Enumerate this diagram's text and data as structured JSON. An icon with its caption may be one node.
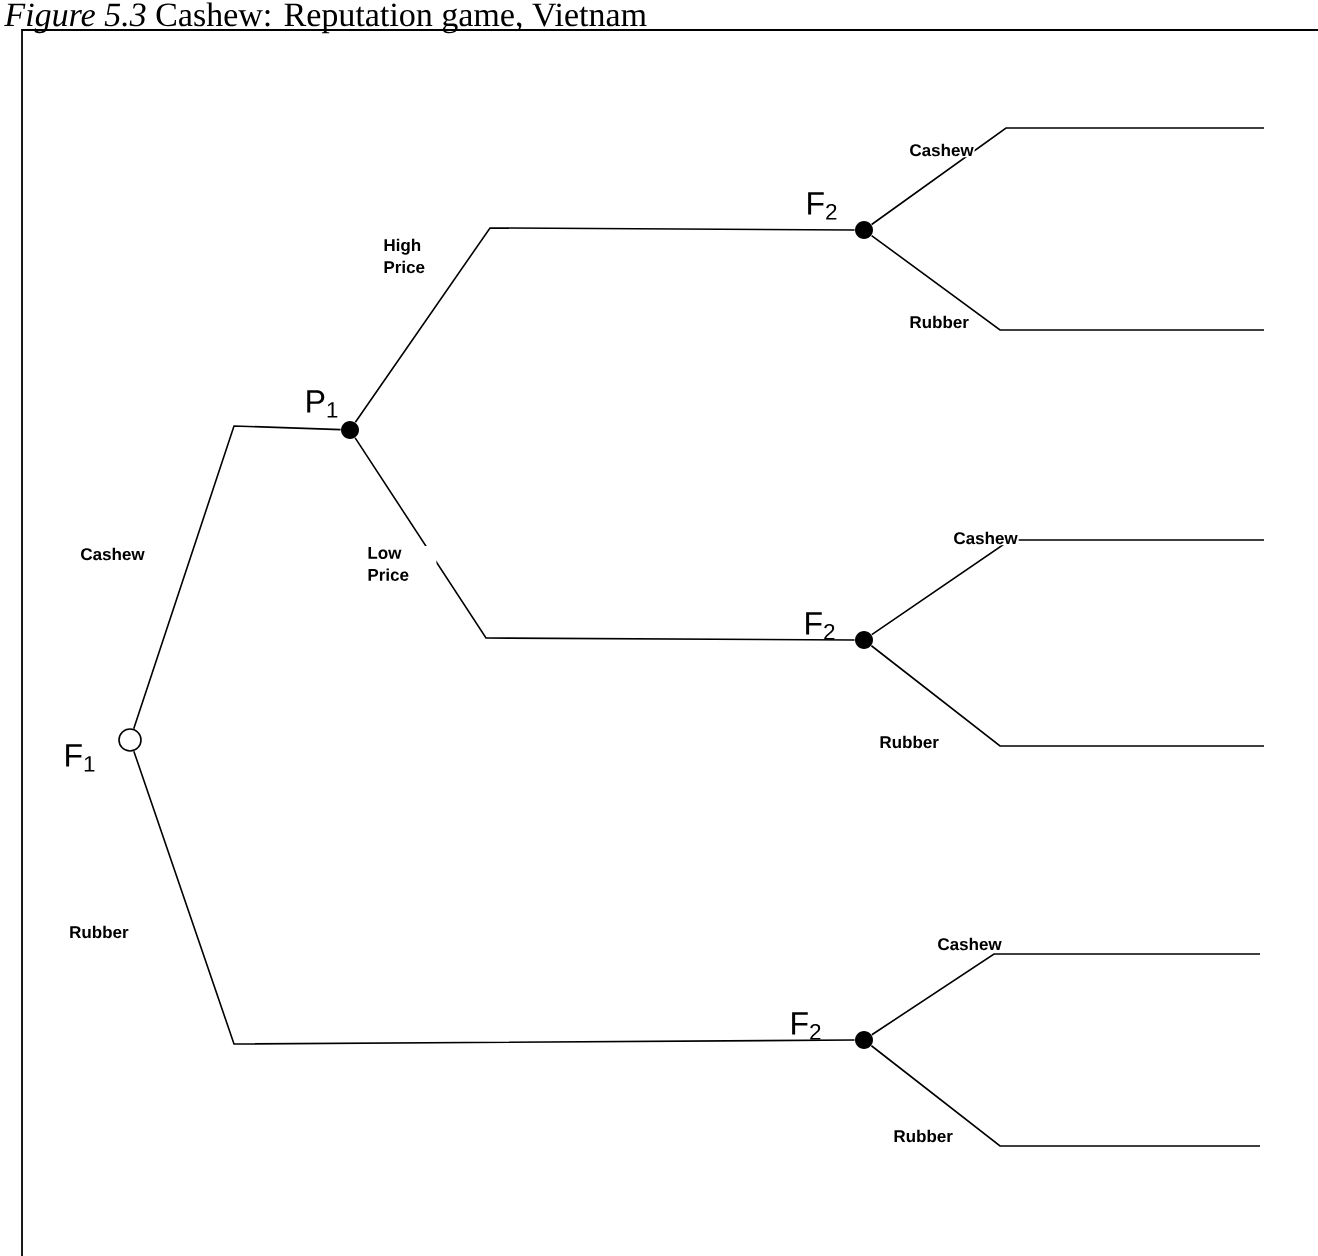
{
  "diagram": {
    "title": "*Figure 5.3* Cashew: Reputation game, Vietnam",
    "nodes": [
      {
        "text": [],
        "shape": "circle",
        "beside": [
          "F$_{1}$"
        ]
      },
      {
        "text": [],
        "shape": "dot",
        "beside": [
          "P$_{1}$"
        ]
      },
      {
        "text": [],
        "shape": "dot",
        "beside": [
          "F$_{2}$"
        ]
      },
      {
        "text": [],
        "shape": "dot",
        "beside": [
          "F$_{2}$"
        ]
      },
      {
        "text": [],
        "shape": "dot",
        "beside": [
          "F$_{2}$"
        ]
      }
    ],
    "edges": [
      {
        "from": 0,
        "to": 1,
        "arrow": "none",
        "label": "Cashew"
      },
      {
        "from": 0,
        "to": 4,
        "arrow": "none",
        "label": "Rubber"
      },
      {
        "from": 1,
        "to": 2,
        "arrow": "none",
        "label": "High Price"
      },
      {
        "from": 1,
        "to": 3,
        "arrow": "none",
        "label": "Low Price"
      },
      {
        "from": 2,
        "to": null,
        "arrow": "none",
        "label": "Cashew"
      },
      {
        "from": 2,
        "to": null,
        "arrow": "none",
        "label": "Rubber"
      },
      {
        "from": 3,
        "to": null,
        "arrow": "none",
        "label": "Cashew"
      },
      {
        "from": 3,
        "to": null,
        "arrow": "none",
        "label": "Rubber"
      },
      {
        "from": 4,
        "to": null,
        "arrow": "none",
        "label": "Cashew"
      },
      {
        "from": 4,
        "to": null,
        "arrow": "none",
        "label": "Rubber"
      }
    ]
  }
}
